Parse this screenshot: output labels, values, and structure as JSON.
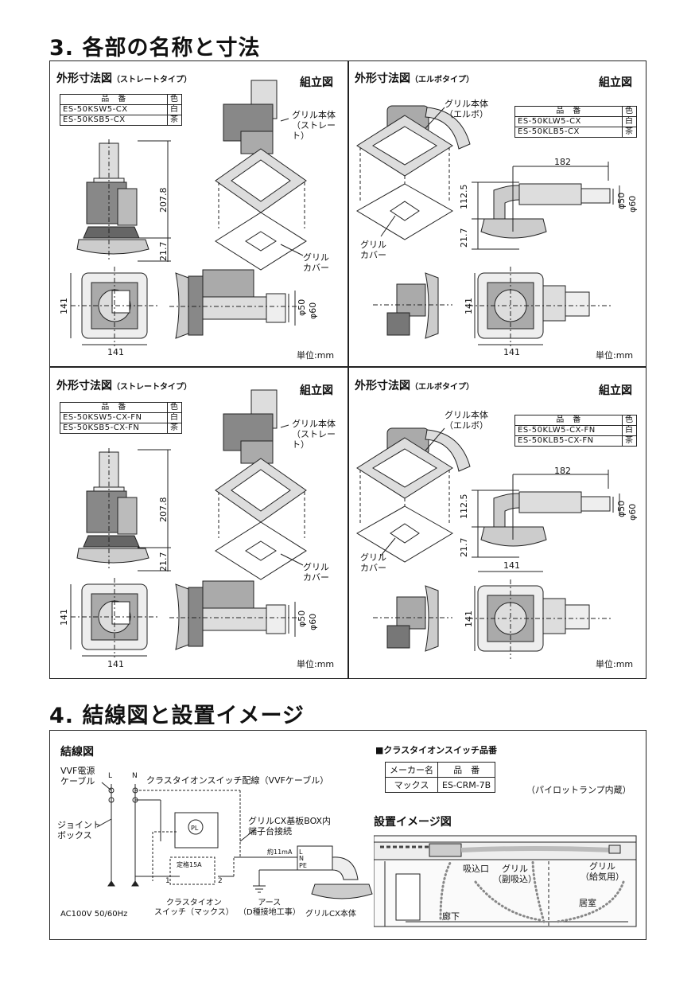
{
  "section3": {
    "title": "3. 各部の名称と寸法"
  },
  "panels": [
    {
      "title": "外形寸法図",
      "subtitle": "（ストレートタイプ）",
      "kumitate": "組立図",
      "table": {
        "header": [
          "品　番",
          "色"
        ],
        "rows": [
          [
            "ES-50KSW5-CX",
            "白"
          ],
          [
            "ES-50KSB5-CX",
            "茶"
          ]
        ]
      },
      "labels": {
        "grill_body": "グリル本体",
        "grill_body_type": "（ストレート）",
        "grill_cover_1": "グリル",
        "grill_cover_2": "カバー"
      },
      "dims": {
        "height": "207.8",
        "base": "21.7",
        "side": "141",
        "width": "141",
        "d50": "φ50",
        "d60": "φ60"
      },
      "unit": "単位:mm"
    },
    {
      "title": "外形寸法図",
      "subtitle": "（エルボタイプ）",
      "kumitate": "組立図",
      "table": {
        "header": [
          "品　番",
          "色"
        ],
        "rows": [
          [
            "ES-50KLW5-CX",
            "白"
          ],
          [
            "ES-50KLB5-CX",
            "茶"
          ]
        ]
      },
      "labels": {
        "grill_body": "グリル本体",
        "grill_body_type": "（エルボ）",
        "grill_cover_1": "グリル",
        "grill_cover_2": "カバー"
      },
      "dims": {
        "length": "182",
        "height": "112.5",
        "base": "21.7",
        "side": "141",
        "width": "141",
        "d50": "φ50",
        "d60": "φ60"
      },
      "unit": "単位:mm"
    },
    {
      "title": "外形寸法図",
      "subtitle": "（ストレートタイプ）",
      "kumitate": "組立図",
      "table": {
        "header": [
          "品　番",
          "色"
        ],
        "rows": [
          [
            "ES-50KSW5-CX-FN",
            "白"
          ],
          [
            "ES-50KSB5-CX-FN",
            "茶"
          ]
        ]
      },
      "labels": {
        "grill_body": "グリル本体",
        "grill_body_type": "（ストレート）",
        "grill_cover_1": "グリル",
        "grill_cover_2": "カバー"
      },
      "dims": {
        "height": "207.8",
        "base": "21.7",
        "side": "141",
        "width": "141",
        "d50": "φ50",
        "d60": "φ60"
      },
      "unit": "単位:mm"
    },
    {
      "title": "外形寸法図",
      "subtitle": "（エルボタイプ）",
      "kumitate": "組立図",
      "table": {
        "header": [
          "品　番",
          "色"
        ],
        "rows": [
          [
            "ES-50KLW5-CX-FN",
            "白"
          ],
          [
            "ES-50KLB5-CX-FN",
            "茶"
          ]
        ]
      },
      "labels": {
        "grill_body": "グリル本体",
        "grill_body_type": "（エルボ）",
        "grill_cover_1": "グリル",
        "grill_cover_2": "カバー"
      },
      "dims": {
        "length": "182",
        "height": "112.5",
        "base": "21.7",
        "side": "141",
        "width": "141",
        "d50": "φ50",
        "d60": "φ60"
      },
      "unit": "単位:mm"
    }
  ],
  "section4": {
    "title": "4. 結線図と設置イメージ",
    "wiring": {
      "title": "結線図",
      "vvf_1": "VVF電源",
      "vvf_2": "ケーブル",
      "L": "L",
      "N": "N",
      "switch_wire": "クラスタイオンスイッチ配線（VVFケーブル）",
      "joint_1": "ジョイント",
      "joint_2": "ボックス",
      "pl": "PL",
      "box_1": "グリルCX基板BOX内",
      "box_2": "端子台接続",
      "rating": "定格15A",
      "t1": "1",
      "t2": "2",
      "current": "約11mA",
      "term_L": "L",
      "term_N": "N",
      "term_PE": "PE",
      "ac": "AC100V 50/60Hz",
      "sw_1": "クラスタイオン",
      "sw_2": "スイッチ（マックス）",
      "earth_1": "アース",
      "earth_2": "（D種接地工事）",
      "grill_body": "グリルCX本体"
    },
    "switch": {
      "title": "■クラスタイオンスイッチ品番",
      "header": [
        "メーカー名",
        "品　番"
      ],
      "row": [
        "マックス",
        "ES-CRM-7B"
      ],
      "note": "（パイロットランプ内蔵）"
    },
    "install": {
      "title": "設置イメージ図",
      "inlet": "吸込口",
      "grill_sub_1": "グリル",
      "grill_sub_2": "（副吸込）",
      "grill_sup_1": "グリル",
      "grill_sup_2": "（給気用）",
      "corridor": "廊下",
      "living": "居室"
    }
  }
}
